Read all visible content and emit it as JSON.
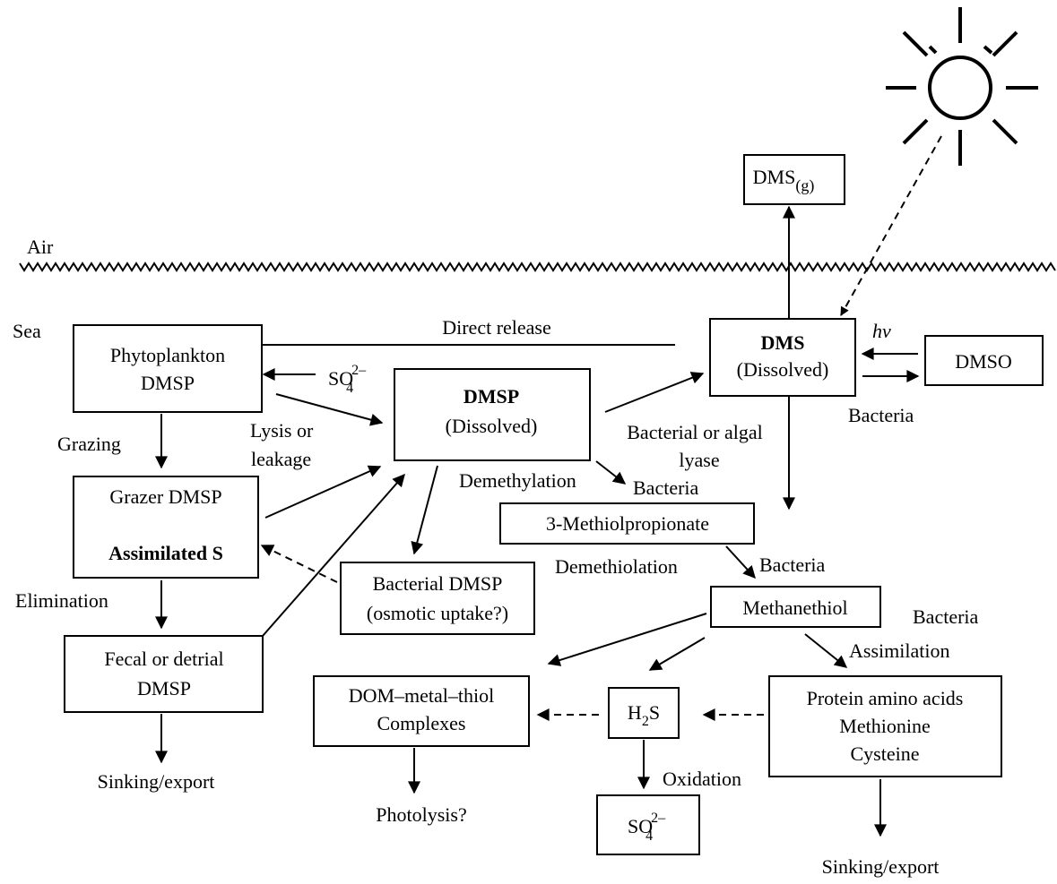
{
  "labels": {
    "air": "Air",
    "sea": "Sea",
    "direct_release": "Direct release",
    "hv": "hv",
    "bacteria_dmso": "Bacteria",
    "grazing": "Grazing",
    "lysis_1": "Lysis or",
    "lysis_2": "leakage",
    "bact_lyase_1": "Bacterial or algal",
    "bact_lyase_2": "lyase",
    "demethylation": "Demethylation",
    "bacteria_demethylation": "Bacteria",
    "elimination": "Elimination",
    "demethiolation": "Demethiolation",
    "bacteria_demethiolation": "Bacteria",
    "bacteria_assim": "Bacteria",
    "assimilation": "Assimilation",
    "oxidation": "Oxidation",
    "sinking_left": "Sinking/export",
    "sinking_right": "Sinking/export",
    "photolysis": "Photolysis?",
    "sulfate_free": "SO",
    "sulfate_free_sub": "4",
    "sulfate_free_sup": "2–"
  },
  "boxes": {
    "dms_g": "DMS",
    "dms_g_sub": "(g)",
    "phyto_1": "Phytoplankton",
    "phyto_2": "DMSP",
    "dmsp_1": "DMSP",
    "dmsp_2": "(Dissolved)",
    "dms_1": "DMS",
    "dms_2": "(Dissolved)",
    "dmso": "DMSO",
    "grazer_1": "Grazer DMSP",
    "grazer_2": "Assimilated S",
    "mmpa": "3-Methiolpropionate",
    "bact_dmsp_1": "Bacterial DMSP",
    "bact_dmsp_2": "(osmotic uptake?)",
    "methanethiol": "Methanethiol",
    "fecal_1": "Fecal or detrial",
    "fecal_2": "DMSP",
    "dom_1": "DOM–metal–thiol",
    "dom_2": "Complexes",
    "h2s": "H",
    "h2s_sub": "2",
    "h2s_end": "S",
    "protein_1": "Protein amino acids",
    "protein_2": "Methionine",
    "protein_3": "Cysteine",
    "so4_box": "SO",
    "so4_box_sub": "4",
    "so4_box_sup": "2–"
  },
  "icons": [
    "sun-icon",
    "air-sea-interface"
  ]
}
